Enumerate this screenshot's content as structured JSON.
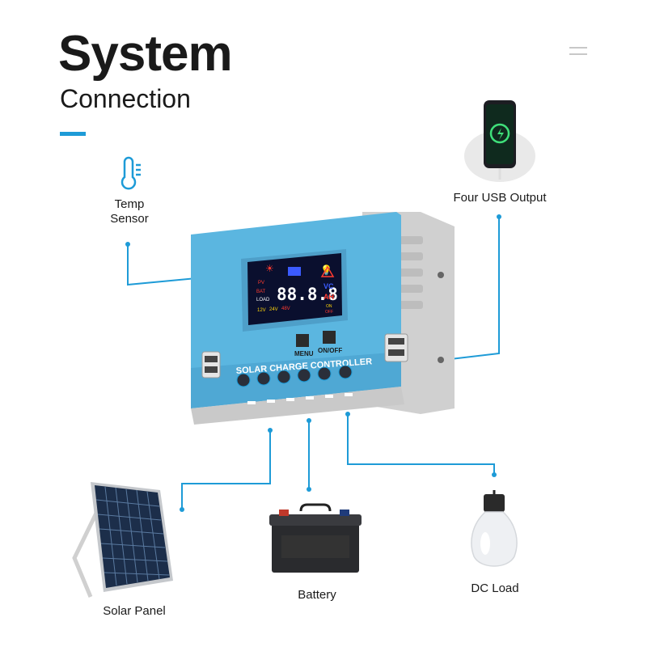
{
  "header": {
    "title": "System",
    "subtitle": "Connection"
  },
  "controller": {
    "panel_label": "SOLAR CHARGE CONTROLLER",
    "menu_button_label": "MENU",
    "onoff_button_label": "ON/OFF",
    "display_digits": "88.8.8",
    "display_unit_top": "VC",
    "display_unit_bottom": "AH",
    "display_pv": "PV",
    "display_bat": "BAT",
    "display_load": "LOAD",
    "display_12v": "12V",
    "display_24v": "24V",
    "display_48v": "48V",
    "display_on": "ON",
    "display_off": "OFF"
  },
  "components": {
    "temp_sensor": "Temp\nSensor",
    "usb_output": "Four USB Output",
    "solar_panel": "Solar Panel",
    "battery": "Battery",
    "dc_load": "DC Load"
  },
  "colors": {
    "accent": "#1e9bd7",
    "controller_body": "#5bb6e0",
    "casing_grey": "#cfcfcf",
    "display_bg": "#0a0f2e"
  }
}
